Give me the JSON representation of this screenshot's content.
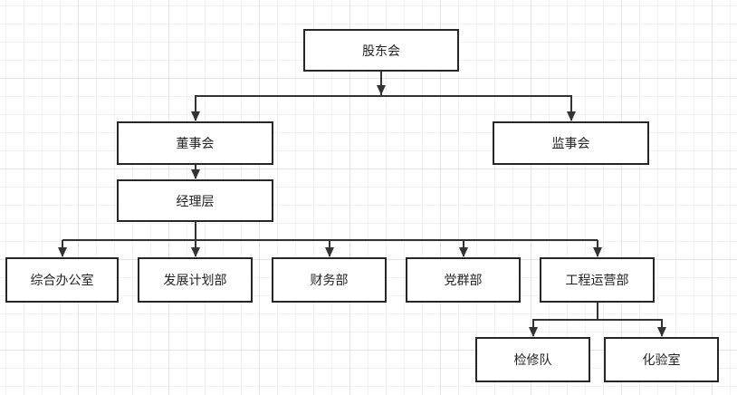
{
  "nodes": {
    "shareholders": "股东会",
    "board": "董事会",
    "supervisors": "监事会",
    "management": "经理层",
    "general_office": "综合办公室",
    "planning": "发展计划部",
    "finance": "财务部",
    "party": "党群部",
    "engineering": "工程运营部",
    "maintenance": "检修队",
    "lab": "化验室"
  },
  "colors": {
    "line": "#333333",
    "box_border": "#262626"
  }
}
